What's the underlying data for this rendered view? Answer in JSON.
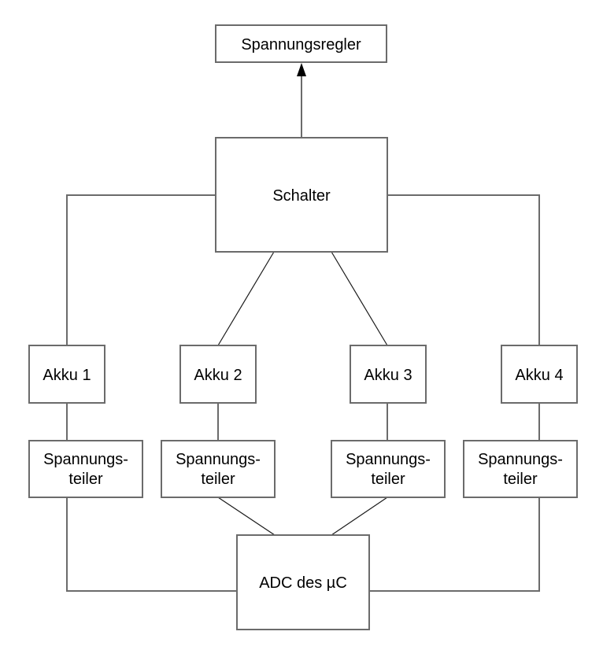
{
  "diagram": {
    "type": "block-diagram",
    "nodes": [
      {
        "id": "spannungsregler",
        "lines": [
          "Spannungsregler"
        ]
      },
      {
        "id": "schalter",
        "lines": [
          "Schalter"
        ]
      },
      {
        "id": "akku1",
        "lines": [
          "Akku 1"
        ]
      },
      {
        "id": "akku2",
        "lines": [
          "Akku 2"
        ]
      },
      {
        "id": "akku3",
        "lines": [
          "Akku 3"
        ]
      },
      {
        "id": "akku4",
        "lines": [
          "Akku 4"
        ]
      },
      {
        "id": "teiler1",
        "lines": [
          "Spannungs-",
          "teiler"
        ]
      },
      {
        "id": "teiler2",
        "lines": [
          "Spannungs-",
          "teiler"
        ]
      },
      {
        "id": "teiler3",
        "lines": [
          "Spannungs-",
          "teiler"
        ]
      },
      {
        "id": "teiler4",
        "lines": [
          "Spannungs-",
          "teiler"
        ]
      },
      {
        "id": "adc",
        "lines": [
          "ADC des µC"
        ]
      }
    ],
    "edges": [
      {
        "from": "schalter",
        "to": "spannungsregler",
        "arrow": true
      },
      {
        "from": "schalter",
        "to": "akku1",
        "arrow": false
      },
      {
        "from": "schalter",
        "to": "akku2",
        "arrow": false
      },
      {
        "from": "schalter",
        "to": "akku3",
        "arrow": false
      },
      {
        "from": "schalter",
        "to": "akku4",
        "arrow": false
      },
      {
        "from": "akku1",
        "to": "teiler1",
        "arrow": false
      },
      {
        "from": "akku2",
        "to": "teiler2",
        "arrow": false
      },
      {
        "from": "akku3",
        "to": "teiler3",
        "arrow": false
      },
      {
        "from": "akku4",
        "to": "teiler4",
        "arrow": false
      },
      {
        "from": "teiler1",
        "to": "adc",
        "arrow": false
      },
      {
        "from": "teiler2",
        "to": "adc",
        "arrow": false
      },
      {
        "from": "teiler3",
        "to": "adc",
        "arrow": false
      },
      {
        "from": "teiler4",
        "to": "adc",
        "arrow": false
      }
    ]
  }
}
